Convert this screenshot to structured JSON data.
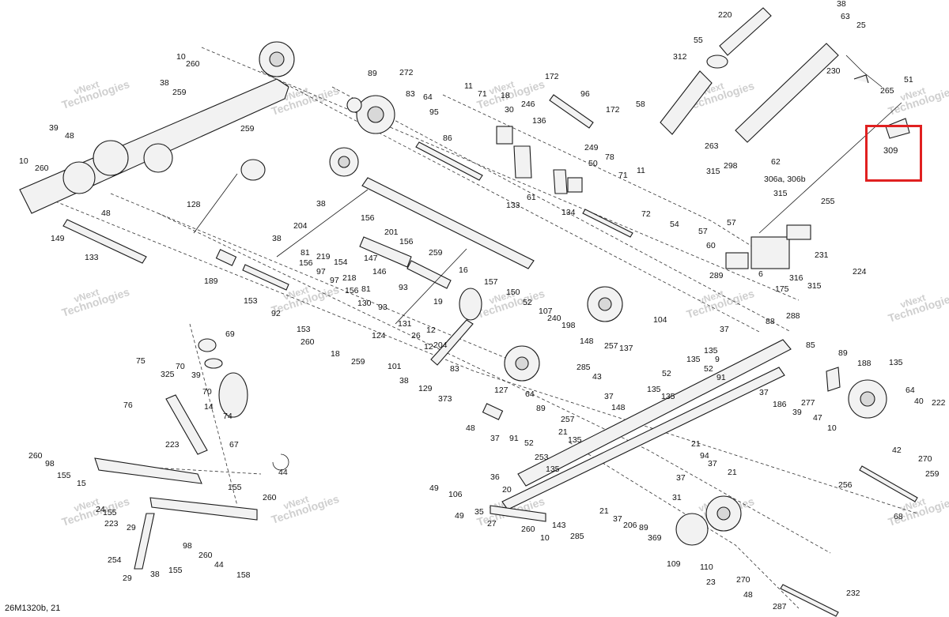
{
  "diagram": {
    "code": "26M1320b, 21",
    "highlight_color": "#e02020",
    "highlighted_part": "309",
    "watermark": [
      "vNext",
      "Technologies"
    ],
    "labels": [
      "38",
      "63",
      "25",
      "220",
      "55",
      "312",
      "51",
      "265",
      "58",
      "230",
      "309",
      "263",
      "62",
      "298",
      "306a, 306b",
      "315",
      "315",
      "255",
      "54",
      "57",
      "57",
      "60",
      "231",
      "289",
      "6",
      "316",
      "175",
      "315",
      "224",
      "260",
      "10",
      "38",
      "259",
      "39",
      "48",
      "10",
      "260",
      "48",
      "259",
      "149",
      "133",
      "128",
      "89",
      "272",
      "83",
      "64",
      "95",
      "11",
      "71",
      "18",
      "30",
      "246",
      "172",
      "96",
      "172",
      "136",
      "86",
      "249",
      "50",
      "78",
      "71",
      "11",
      "61",
      "38",
      "156",
      "201",
      "156",
      "133",
      "134",
      "72",
      "204",
      "38",
      "81",
      "156",
      "219",
      "154",
      "97",
      "97",
      "218",
      "156",
      "81",
      "130",
      "93",
      "147",
      "146",
      "93",
      "259",
      "16",
      "157",
      "150",
      "52",
      "107",
      "240",
      "198",
      "148",
      "189",
      "153",
      "92",
      "153",
      "260",
      "18",
      "259",
      "124",
      "131",
      "26",
      "12",
      "12",
      "204",
      "19",
      "104",
      "257",
      "137",
      "37",
      "88",
      "288",
      "85",
      "89",
      "188",
      "135",
      "135",
      "52",
      "91",
      "135",
      "52",
      "135",
      "135",
      "9",
      "101",
      "38",
      "373",
      "127",
      "129",
      "83",
      "64",
      "89",
      "285",
      "43",
      "37",
      "257",
      "148",
      "48",
      "37",
      "21",
      "135",
      "91",
      "52",
      "135",
      "253",
      "36",
      "49",
      "106",
      "49",
      "35",
      "20",
      "27",
      "260",
      "143",
      "10",
      "285",
      "21",
      "37",
      "206",
      "89",
      "369",
      "109",
      "110",
      "23",
      "270",
      "48",
      "287",
      "232",
      "21",
      "94",
      "37",
      "37",
      "21",
      "31",
      "39",
      "277",
      "47",
      "10",
      "186",
      "64",
      "40",
      "222",
      "42",
      "270",
      "259",
      "256",
      "68",
      "69",
      "39",
      "75",
      "325",
      "70",
      "76",
      "70",
      "14",
      "74",
      "67",
      "44",
      "260",
      "98",
      "155",
      "15",
      "155",
      "223",
      "24",
      "223",
      "29",
      "254",
      "29",
      "38",
      "155",
      "98",
      "260",
      "44",
      "158",
      "155",
      "260",
      "37"
    ]
  }
}
